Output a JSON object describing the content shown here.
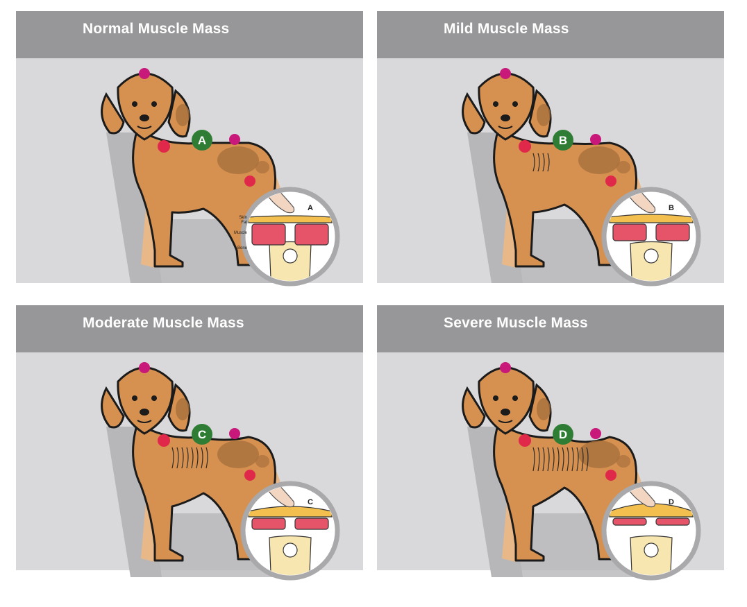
{
  "panels": [
    {
      "title": "Normal Muscle Mass",
      "marker": "A",
      "severity": 0,
      "inset_labels": [
        "Skin",
        "Fat",
        "Muscle",
        "Bone"
      ]
    },
    {
      "title": "Mild Muscle Mass",
      "marker": "B",
      "severity": 1
    },
    {
      "title": "Moderate Muscle Mass",
      "marker": "C",
      "severity": 2
    },
    {
      "title": "Severe Muscle Mass",
      "marker": "D",
      "severity": 3
    }
  ],
  "colors": {
    "panel_bg": "#d9d9db",
    "header_bg": "#97979a",
    "dog_fur": "#d6904f",
    "dog_dark": "#a8703d",
    "dog_far_legs": "#e8b889",
    "shadow": "#b7b7ba",
    "marker_green": "#2f7d35",
    "marker_pink": "#c8197a",
    "marker_red": "#e0284a",
    "muscle": "#e6546a",
    "fat": "#f3c050",
    "bone": "#f7e6b0",
    "magnifier_ring": "#a9a9ab"
  },
  "icons": [
    "dog-illustration",
    "magnifier-inset-icon",
    "finger-icon"
  ]
}
